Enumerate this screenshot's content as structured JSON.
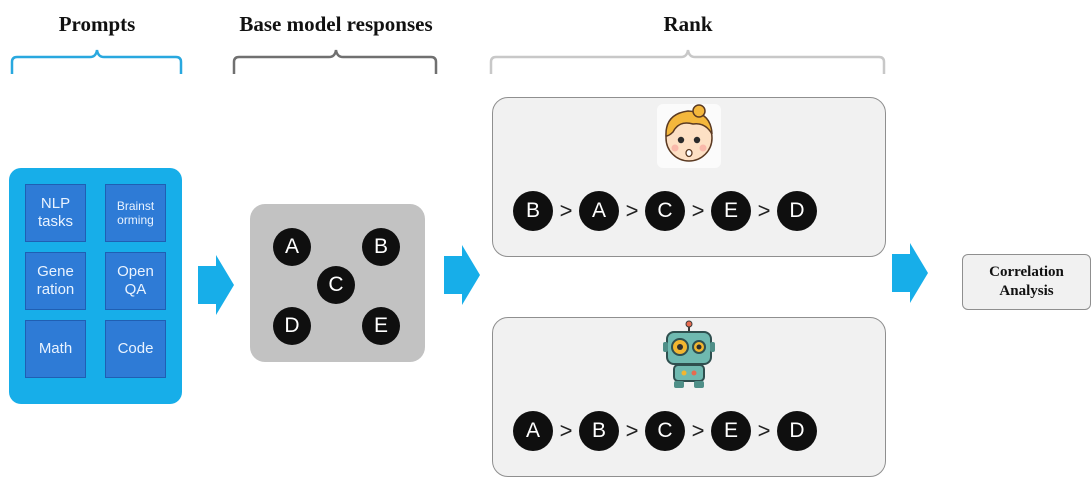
{
  "headings": {
    "prompts": "Prompts",
    "responses": "Base model responses",
    "rank": "Rank"
  },
  "tasks": [
    {
      "label": "NLP\ntasks",
      "small": false
    },
    {
      "label": "Brainst\norming",
      "small": true
    },
    {
      "label": "Gene\nration",
      "small": false
    },
    {
      "label": "Open\nQA",
      "small": false
    },
    {
      "label": "Math",
      "small": false
    },
    {
      "label": "Code",
      "small": false
    }
  ],
  "responses": [
    "A",
    "B",
    "C",
    "D",
    "E"
  ],
  "rankings": [
    {
      "annotator": "child-face-icon",
      "order": [
        "B",
        "A",
        "C",
        "E",
        "D"
      ]
    },
    {
      "annotator": "robot-icon",
      "order": [
        "A",
        "B",
        "C",
        "E",
        "D"
      ]
    }
  ],
  "comparator": ">",
  "output": {
    "label": "Correlation\nAnalysis"
  },
  "colors": {
    "prompts_brace": "#29a8df",
    "responses_brace": "#707070",
    "rank_brace": "#c8c8c8",
    "prompts_panel": "#17aee9",
    "task_tile": "#2e7bd6",
    "arrow": "#17aee9",
    "node": "#0f0f0f"
  }
}
